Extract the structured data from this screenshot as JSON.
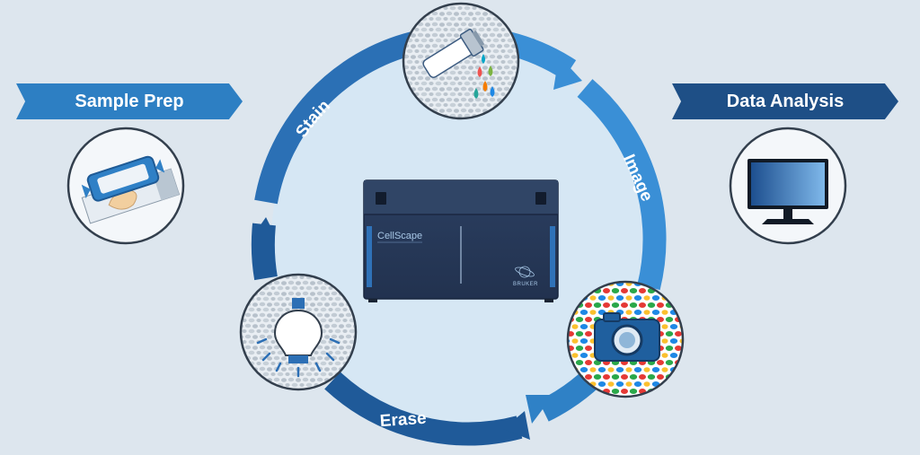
{
  "workflow": {
    "left_banner": "Sample Prep",
    "right_banner": "Data Analysis",
    "steps": [
      {
        "label": "Stain"
      },
      {
        "label": "Image"
      },
      {
        "label": "Erase"
      }
    ]
  },
  "device": {
    "brand": "CellScape",
    "logo_text": "BRUKER"
  },
  "colors": {
    "background": "#dde6ee",
    "ring_dark": "#1f5a99",
    "ring_light": "#3f8fd3",
    "banner_left": "#2d7fc3",
    "banner_right": "#1e4f86",
    "device_body": "#263a5b"
  }
}
